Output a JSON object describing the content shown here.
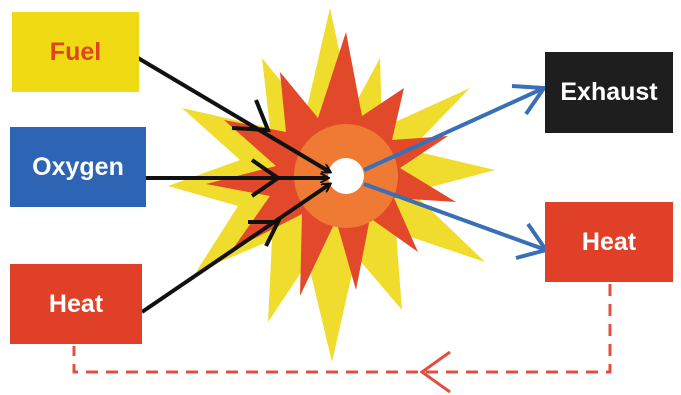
{
  "colors": {
    "fuel_bg": "#F0DA14",
    "fuel_text": "#E04420",
    "oxygen_bg": "#2E64B4",
    "heat_bg": "#E04028",
    "exhaust_bg": "#1E1E1E",
    "white_text": "#FFFFFF",
    "burst_yellow": "#F0DC2C",
    "burst_red": "#E2482A",
    "burst_orange": "#EE7A34",
    "arrow_black": "#111111",
    "arrow_blue": "#3A6FB8",
    "feedback_line": "#E05040"
  },
  "inputs": {
    "fuel": "Fuel",
    "oxygen": "Oxygen",
    "heat": "Heat"
  },
  "outputs": {
    "exhaust": "Exhaust",
    "heat": "Heat"
  }
}
